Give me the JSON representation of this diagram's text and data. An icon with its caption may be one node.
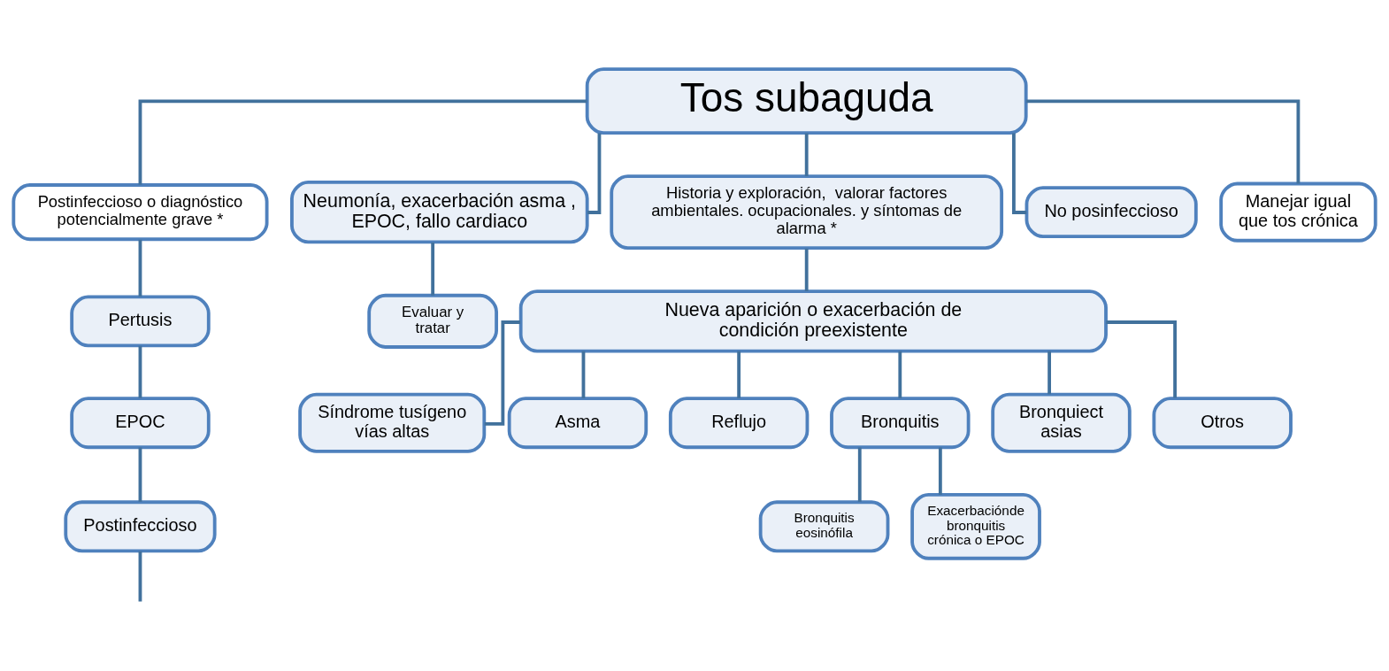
{
  "diagram": {
    "nodes": [
      {
        "text": [
          "Tos subaguda"
        ]
      },
      {
        "text": [
          "Postinfeccioso o diagnóstico potencialmente grave *"
        ]
      },
      {
        "text": [
          "Neumonía, exacerbación asma , EPOC, fallo cardiaco"
        ]
      },
      {
        "text": [
          "Historia y exploración,  valorar factores ambientales. ocupacionales. y síntomas de alarma *"
        ]
      },
      {
        "text": [
          "No posinfeccioso"
        ]
      },
      {
        "text": [
          "Manejar igual que tos crónica"
        ]
      },
      {
        "text": [
          "Pertusis"
        ]
      },
      {
        "text": [
          "EPOC"
        ]
      },
      {
        "text": [
          "Postinfeccioso"
        ]
      },
      {
        "text": [
          "Evaluar y tratar"
        ]
      },
      {
        "text": [
          "Nueva aparición o exacerbación de condición preexistente"
        ]
      },
      {
        "text": [
          "Síndrome tusígeno vías altas"
        ]
      },
      {
        "text": [
          "Asma"
        ]
      },
      {
        "text": [
          "Reflujo"
        ]
      },
      {
        "text": [
          "Bronquitis"
        ]
      },
      {
        "text": [
          "Bronquiect asias"
        ]
      },
      {
        "text": [
          "Otros"
        ]
      },
      {
        "text": [
          "Bronquitis eosinófila"
        ]
      },
      {
        "text": [
          "Exacerbaciónde bronquitis crónica o EPOC"
        ]
      }
    ],
    "edges": [
      {
        "from": 0,
        "to": 1,
        "arrow": "none"
      },
      {
        "from": 0,
        "to": 2,
        "arrow": "none"
      },
      {
        "from": 0,
        "to": 3,
        "arrow": "none"
      },
      {
        "from": 0,
        "to": 4,
        "arrow": "none"
      },
      {
        "from": 0,
        "to": 5,
        "arrow": "none"
      },
      {
        "from": 1,
        "to": 6,
        "arrow": "none"
      },
      {
        "from": 6,
        "to": 7,
        "arrow": "none"
      },
      {
        "from": 7,
        "to": 8,
        "arrow": "none"
      },
      {
        "from": 8,
        "to": null,
        "arrow": "none"
      },
      {
        "from": 2,
        "to": 9,
        "arrow": "none"
      },
      {
        "from": 3,
        "to": 10,
        "arrow": "none"
      },
      {
        "from": 10,
        "to": 11,
        "arrow": "none"
      },
      {
        "from": 10,
        "to": 12,
        "arrow": "none"
      },
      {
        "from": 10,
        "to": 13,
        "arrow": "none"
      },
      {
        "from": 10,
        "to": 14,
        "arrow": "none"
      },
      {
        "from": 10,
        "to": 15,
        "arrow": "none"
      },
      {
        "from": 10,
        "to": 16,
        "arrow": "none"
      },
      {
        "from": 14,
        "to": 17,
        "arrow": "none"
      },
      {
        "from": 14,
        "to": 18,
        "arrow": "none"
      }
    ]
  }
}
